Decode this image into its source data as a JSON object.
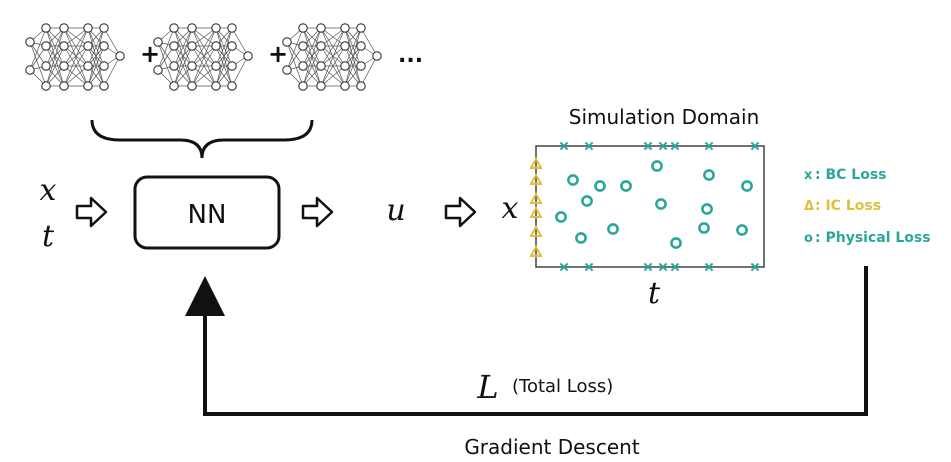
{
  "ensemble": {
    "plus_1": "+",
    "plus_2": "+",
    "ellipsis": "..."
  },
  "inputs": {
    "x": "x",
    "t": "t"
  },
  "model": {
    "label": "NN"
  },
  "output": {
    "label": "u"
  },
  "domain": {
    "title": "Simulation Domain",
    "x_axis_label": "x",
    "t_axis_label": "t"
  },
  "legend": {
    "bc": {
      "symbol": "x",
      "text": ": BC Loss",
      "color": "#2aa79b"
    },
    "ic": {
      "symbol": "Δ",
      "text": ": IC Loss",
      "color": "#e0bf3a"
    },
    "physical": {
      "symbol": "o",
      "text": ": Physical Loss",
      "color": "#2aa79b"
    }
  },
  "loss": {
    "symbol": "L",
    "text": "(Total Loss)"
  },
  "feedback": {
    "label": "Gradient Descent"
  },
  "colors": {
    "bc": "#2aa79b",
    "ic": "#e0bf3a",
    "physical": "#2aa79b",
    "ink": "#111111"
  }
}
